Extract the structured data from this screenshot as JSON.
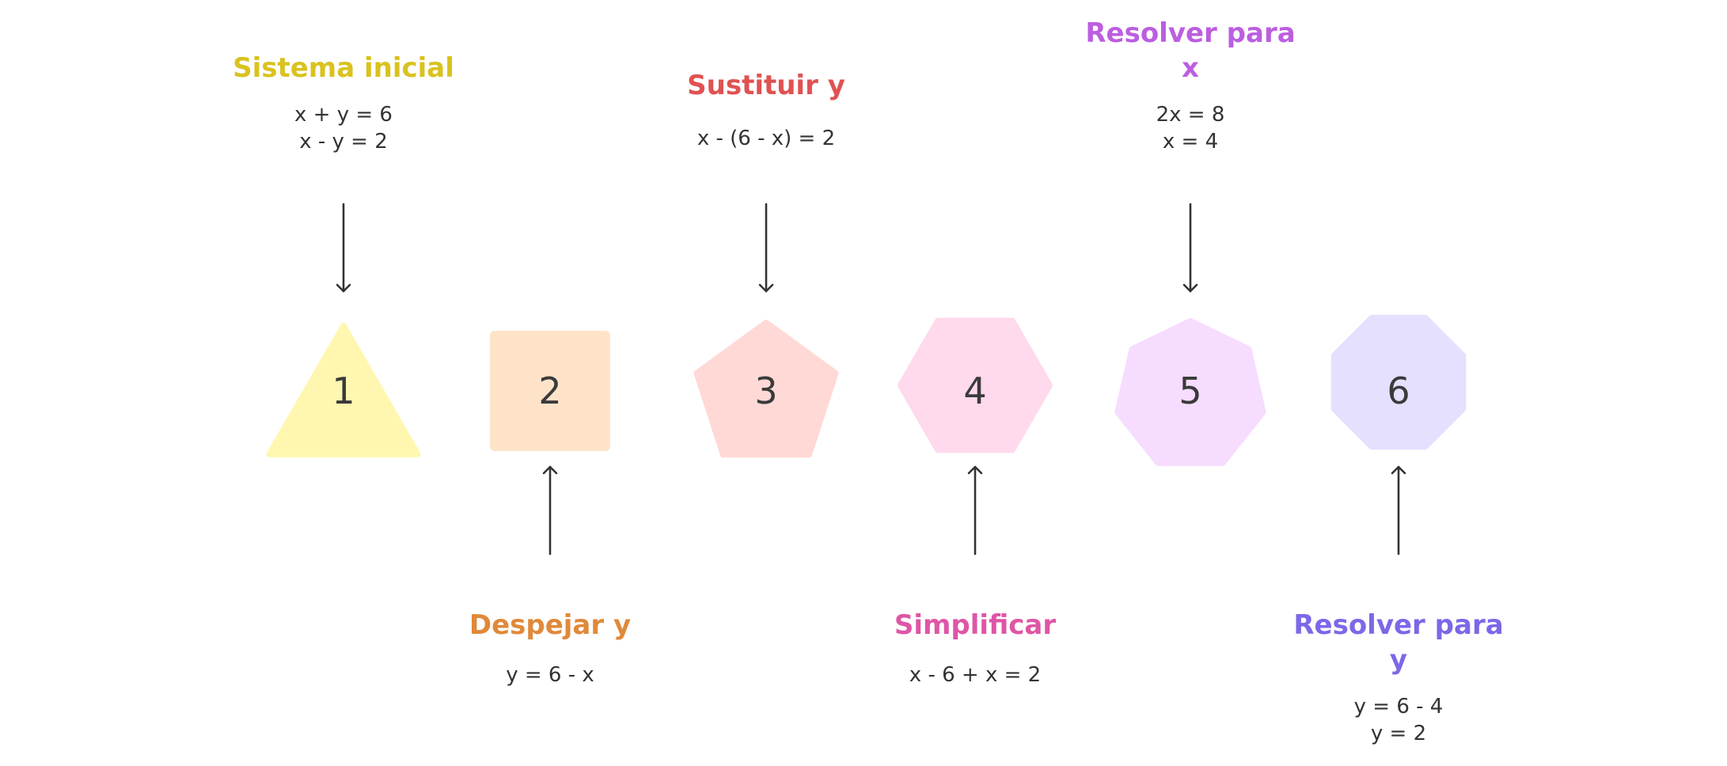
{
  "steps": [
    {
      "number": "1",
      "shape": "triangle",
      "fill": "#fff7b0",
      "title": "Sistema inicial",
      "title_color": "#d9c21e",
      "expressions": [
        "x + y = 6",
        "x - y = 2"
      ],
      "position": "top"
    },
    {
      "number": "2",
      "shape": "square",
      "fill": "#ffe3c9",
      "title": "Despejar y",
      "title_color": "#e0893a",
      "expressions": [
        "y = 6 - x"
      ],
      "position": "bottom"
    },
    {
      "number": "3",
      "shape": "pentagon",
      "fill": "#ffd9d5",
      "title": "Sustituir y",
      "title_color": "#e05252",
      "expressions": [
        "x - (6 - x) = 2"
      ],
      "position": "top"
    },
    {
      "number": "4",
      "shape": "hexagon",
      "fill": "#ffd9ec",
      "title": "Simplificar",
      "title_color": "#df55a6",
      "expressions": [
        "x - 6 + x = 2"
      ],
      "position": "bottom"
    },
    {
      "number": "5",
      "shape": "heptagon",
      "fill": "#f6dcff",
      "title": "Resolver para\nx",
      "title_color": "#bc5ee0",
      "expressions": [
        "2x = 8",
        "x = 4"
      ],
      "position": "top"
    },
    {
      "number": "6",
      "shape": "octagon",
      "fill": "#e6e0ff",
      "title": "Resolver para\ny",
      "title_color": "#7b68e8",
      "expressions": [
        "y = 6 - 4",
        "y = 2"
      ],
      "position": "bottom"
    }
  ],
  "arrow_color": "#333333"
}
